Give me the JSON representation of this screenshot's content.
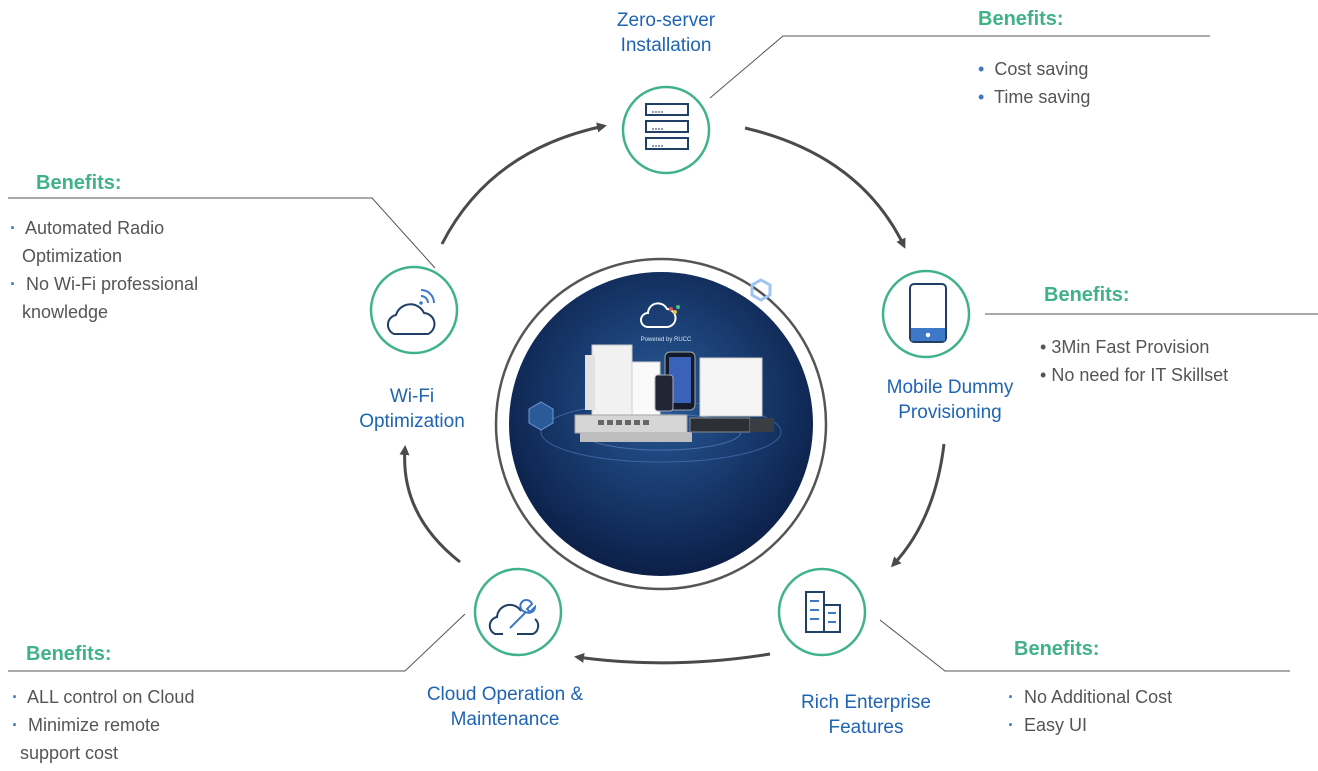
{
  "colors": {
    "accent_green": "#3fb387",
    "label_blue": "#1f64b4",
    "arrow_gray": "#4a4a4a",
    "text_gray": "#555555"
  },
  "nodes": [
    {
      "id": "zero-server",
      "label_lines": [
        "Zero-server",
        "Installation"
      ],
      "icon": "server-rack-icon"
    },
    {
      "id": "mobile-dummy",
      "label_lines": [
        "Mobile Dummy",
        "Provisioning"
      ],
      "icon": "tablet-icon"
    },
    {
      "id": "rich-enterprise",
      "label_lines": [
        "Rich Enterprise",
        "Features"
      ],
      "icon": "buildings-icon"
    },
    {
      "id": "cloud-operation",
      "label_lines": [
        "Cloud Operation &",
        "Maintenance"
      ],
      "icon": "cloud-wrench-icon"
    },
    {
      "id": "wifi-optimization",
      "label_lines": [
        "Wi-Fi",
        "Optimization"
      ],
      "icon": "cloud-wifi-icon"
    }
  ],
  "benefits": {
    "zero_server": {
      "title": "Benefits:",
      "bullet": "•",
      "items": [
        "Cost saving",
        "Time saving"
      ]
    },
    "mobile_dummy": {
      "title": "Benefits:",
      "bullet": "•",
      "items": [
        "3Min Fast Provision",
        "No need for IT Skillset"
      ]
    },
    "rich_enterprise": {
      "title": "Benefits:",
      "bullet": "·",
      "items": [
        "No Additional Cost",
        "Easy UI"
      ]
    },
    "cloud_operation": {
      "title": "Benefits:",
      "bullet": "·",
      "items": [
        "ALL control on Cloud",
        "Minimize remote",
        "support cost"
      ]
    },
    "wifi_optimization": {
      "title": "Benefits:",
      "bullet": "·",
      "items": [
        "Automated Radio",
        "Optimization",
        "No Wi-Fi professional",
        "knowledge"
      ]
    }
  },
  "center": {
    "brand_caption": "Powered by RUCC",
    "image": "network-devices-photo"
  }
}
